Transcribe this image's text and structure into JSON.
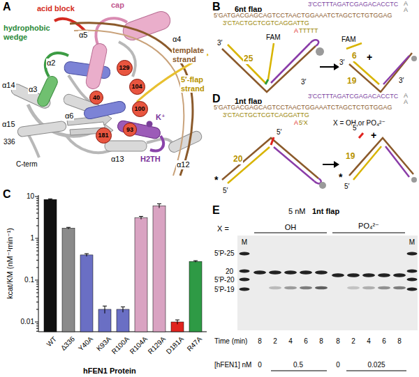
{
  "diagram": {
    "nodes": [
      {
        "text": [
          "129"
        ]
      },
      {
        "text": [
          "104"
        ]
      },
      {
        "text": [
          "40"
        ]
      },
      {
        "text": [
          "100"
        ]
      },
      {
        "text": [
          "93"
        ]
      },
      {
        "text": [
          "181"
        ]
      }
    ],
    "labels": [
      "A",
      "acid block",
      "cap",
      "α5",
      "α4",
      "hydrophobic wedge",
      "α2",
      "α3",
      "template strand",
      "5′-flap strand",
      "α14",
      "α6",
      "α15",
      "336",
      "C-term",
      "K⁺",
      "H2TH",
      "α13",
      "α12",
      "B",
      "6nt flap",
      "3′CCTTTAGATCGAGACACCTC",
      "A",
      "A",
      "5′GATGACGAGCAGTCCTAACTGGAAATCTAGCTCTGTGGAG",
      "3′CTACTGCTCGTCAGGATTG",
      "A",
      "TTTTT",
      "FAM",
      "25",
      "3′",
      "3′",
      "FAM",
      "6",
      "+",
      "19",
      "3′",
      "3′",
      "D",
      "1nt flap",
      "3′CCTTTAGATCGAGACACCTC",
      "A",
      "A",
      "5′GATGACGAGCAGTCCTAACTGGAAATCTAGCTCTGTGGAG",
      "3′CTACTGCTCGTCAGGATTG",
      "A",
      "5′X",
      "X = OH or PO₄²⁻",
      "*",
      "20",
      "5′",
      "5′",
      "5′",
      "+",
      "19",
      "*",
      "5′",
      "C",
      "10",
      "1",
      "0.1",
      "0.01",
      "kcat/KM (nM⁻¹min⁻¹)",
      "WT",
      "Δ336",
      "Y40A",
      "K93A",
      "R100A",
      "R104A",
      "R129A",
      "D181A",
      "R47A",
      "hFEN1 Protein",
      "E",
      "5 nM",
      "1nt flap",
      "X =",
      "OH",
      "PO₄²⁻",
      "M",
      "M",
      "5′P-25",
      "20",
      "5′P-20",
      "5′P-19",
      "Time (min)",
      "8",
      "2",
      "4",
      "6",
      "8",
      "8",
      "2",
      "4",
      "6",
      "8",
      "[hFEN1] nM",
      "0",
      "0.5",
      "0",
      "0.025"
    ]
  }
}
